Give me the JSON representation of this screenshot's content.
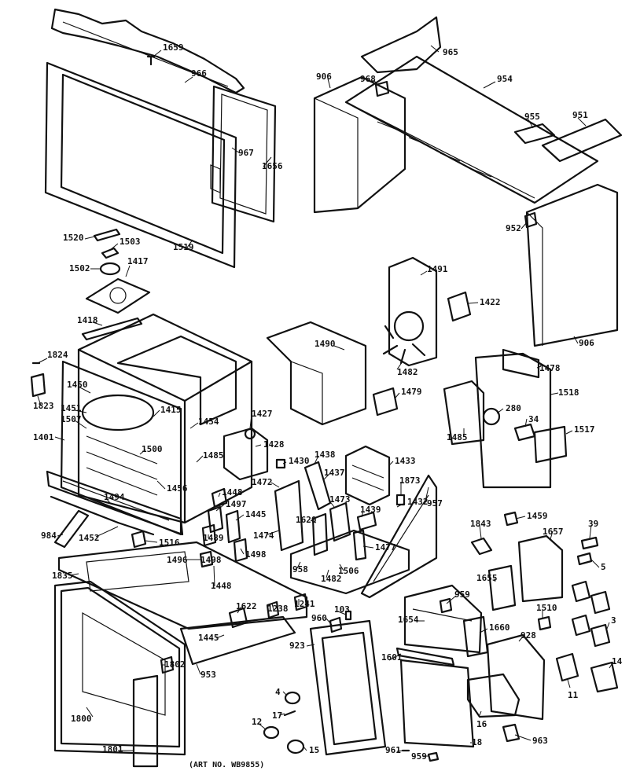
{
  "caption": "(ART NO. WB9855)",
  "labels": [
    {
      "id": "1659",
      "text": "1659"
    },
    {
      "id": "966",
      "text": "966"
    },
    {
      "id": "967",
      "text": "967"
    },
    {
      "id": "1656",
      "text": "1656"
    },
    {
      "id": "1519",
      "text": "1519"
    },
    {
      "id": "906a",
      "text": "906"
    },
    {
      "id": "968",
      "text": "968"
    },
    {
      "id": "965",
      "text": "965"
    },
    {
      "id": "954",
      "text": "954"
    },
    {
      "id": "955",
      "text": "955"
    },
    {
      "id": "951",
      "text": "951"
    },
    {
      "id": "952",
      "text": "952"
    },
    {
      "id": "906b",
      "text": "906"
    },
    {
      "id": "1520",
      "text": "1520"
    },
    {
      "id": "1503",
      "text": "1503"
    },
    {
      "id": "1502",
      "text": "1502"
    },
    {
      "id": "1417",
      "text": "1417"
    },
    {
      "id": "1418",
      "text": "1418"
    },
    {
      "id": "1491",
      "text": "1491"
    },
    {
      "id": "1422",
      "text": "1422"
    },
    {
      "id": "1490",
      "text": "1490"
    },
    {
      "id": "1482a",
      "text": "1482"
    },
    {
      "id": "1478",
      "text": "1478"
    },
    {
      "id": "1479",
      "text": "1479"
    },
    {
      "id": "1518",
      "text": "1518"
    },
    {
      "id": "280",
      "text": "280"
    },
    {
      "id": "34",
      "text": "34"
    },
    {
      "id": "1485a",
      "text": "1485"
    },
    {
      "id": "1517",
      "text": "1517"
    },
    {
      "id": "1824",
      "text": "1824"
    },
    {
      "id": "1823",
      "text": "1823"
    },
    {
      "id": "1450",
      "text": "1450"
    },
    {
      "id": "1451",
      "text": "1451"
    },
    {
      "id": "1507",
      "text": "1507"
    },
    {
      "id": "1401",
      "text": "1401"
    },
    {
      "id": "1415",
      "text": "1415"
    },
    {
      "id": "1500",
      "text": "1500"
    },
    {
      "id": "1456",
      "text": "1456"
    },
    {
      "id": "1454",
      "text": "1454"
    },
    {
      "id": "1485b",
      "text": "1485"
    },
    {
      "id": "1427",
      "text": "1427"
    },
    {
      "id": "1428",
      "text": "1428"
    },
    {
      "id": "1430",
      "text": "1430"
    },
    {
      "id": "1438",
      "text": "1438"
    },
    {
      "id": "1437",
      "text": "1437"
    },
    {
      "id": "1433",
      "text": "1433"
    },
    {
      "id": "1873",
      "text": "1873"
    },
    {
      "id": "1432",
      "text": "1432"
    },
    {
      "id": "957",
      "text": "957"
    },
    {
      "id": "1472",
      "text": "1472"
    },
    {
      "id": "1448a",
      "text": "1448"
    },
    {
      "id": "1497",
      "text": "1497"
    },
    {
      "id": "1445",
      "text": "1445"
    },
    {
      "id": "1489",
      "text": "1489"
    },
    {
      "id": "1498a",
      "text": "1498"
    },
    {
      "id": "1474",
      "text": "1474"
    },
    {
      "id": "1473",
      "text": "1473"
    },
    {
      "id": "1620",
      "text": "1620"
    },
    {
      "id": "1439",
      "text": "1439"
    },
    {
      "id": "1477",
      "text": "1477"
    },
    {
      "id": "1494",
      "text": "1494"
    },
    {
      "id": "984",
      "text": "984"
    },
    {
      "id": "1452",
      "text": "1452"
    },
    {
      "id": "1516",
      "text": "1516"
    },
    {
      "id": "1496",
      "text": "1496"
    },
    {
      "id": "1498b",
      "text": "1498"
    },
    {
      "id": "1448b",
      "text": "1448"
    },
    {
      "id": "958",
      "text": "958"
    },
    {
      "id": "1482b",
      "text": "1482"
    },
    {
      "id": "1506",
      "text": "1506"
    },
    {
      "id": "1843",
      "text": "1843"
    },
    {
      "id": "1459",
      "text": "1459"
    },
    {
      "id": "1657",
      "text": "1657"
    },
    {
      "id": "39",
      "text": "39"
    },
    {
      "id": "5",
      "text": "5"
    },
    {
      "id": "1835",
      "text": "1835"
    },
    {
      "id": "1622",
      "text": "1622"
    },
    {
      "id": "1238",
      "text": "1238"
    },
    {
      "id": "1241",
      "text": "1241"
    },
    {
      "id": "960",
      "text": "960"
    },
    {
      "id": "103",
      "text": "103"
    },
    {
      "id": "1655",
      "text": "1655"
    },
    {
      "id": "959a",
      "text": "959"
    },
    {
      "id": "1510",
      "text": "1510"
    },
    {
      "id": "1654",
      "text": "1654"
    },
    {
      "id": "1660",
      "text": "1660"
    },
    {
      "id": "928",
      "text": "928"
    },
    {
      "id": "3",
      "text": "3"
    },
    {
      "id": "1445b",
      "text": "1445"
    },
    {
      "id": "923",
      "text": "923"
    },
    {
      "id": "1601",
      "text": "1601"
    },
    {
      "id": "953",
      "text": "953"
    },
    {
      "id": "1802",
      "text": "1802"
    },
    {
      "id": "4",
      "text": "4"
    },
    {
      "id": "17",
      "text": "17"
    },
    {
      "id": "12",
      "text": "12"
    },
    {
      "id": "15",
      "text": "15"
    },
    {
      "id": "1800",
      "text": "1800"
    },
    {
      "id": "1801",
      "text": "1801"
    },
    {
      "id": "16",
      "text": "16"
    },
    {
      "id": "11",
      "text": "11"
    },
    {
      "id": "14",
      "text": "14"
    },
    {
      "id": "963",
      "text": "963"
    },
    {
      "id": "18",
      "text": "18"
    },
    {
      "id": "961",
      "text": "961"
    },
    {
      "id": "959b",
      "text": "959"
    }
  ]
}
